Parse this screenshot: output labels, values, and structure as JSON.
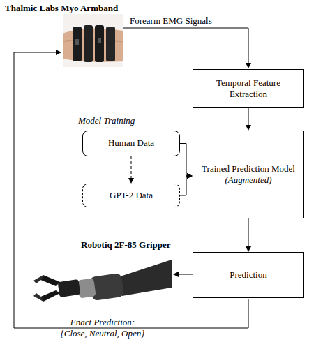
{
  "diagram": {
    "nodes": [
      {
        "text": [
          "Temporal Feature Extraction"
        ]
      },
      {
        "text": [
          "Human Data"
        ]
      },
      {
        "text": [
          "GPT-2 Data"
        ]
      },
      {
        "text": [
          "Trained Prediction Model",
          "(Augmented)"
        ]
      },
      {
        "text": [
          "Prediction"
        ]
      }
    ],
    "edges": [
      {
        "from": 0,
        "to": 3,
        "arrow": "to"
      },
      {
        "from": 1,
        "to": 2,
        "arrow": "to"
      },
      {
        "from": 1,
        "to": 3,
        "arrow": "to"
      },
      {
        "from": 2,
        "to": 3,
        "arrow": "to"
      },
      {
        "from": 3,
        "to": 4,
        "arrow": "to"
      }
    ],
    "labels": [
      "Thalmic Labs Myo Armband",
      "Forearm EMG Signals",
      "Model Training",
      "Robotiq 2F-85 Gripper",
      "Enact Prediction: {Close, Neutral, Open}"
    ]
  }
}
